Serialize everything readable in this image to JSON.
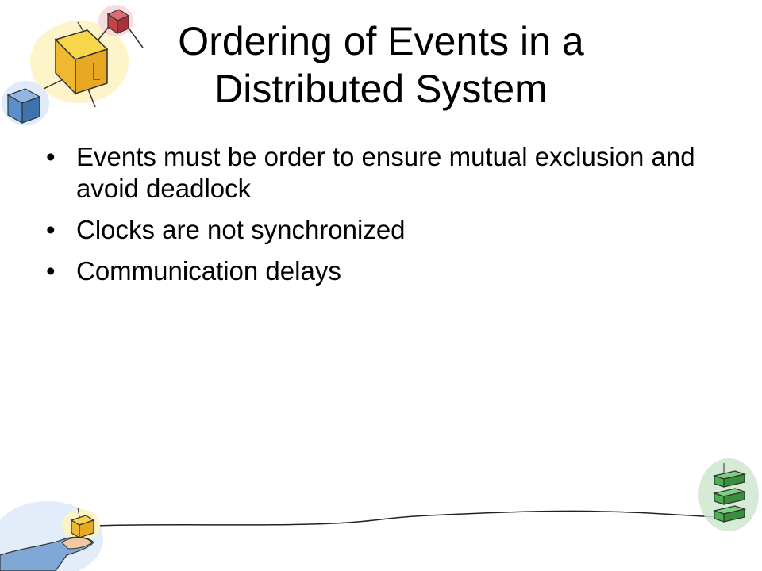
{
  "slide": {
    "title_line1": "Ordering of Events in a",
    "title_line2": "Distributed System",
    "bullet_glyph": "•",
    "bullets": [
      "Events must be order to ensure mutual exclusion and avoid deadlock",
      "Clocks are not synchronized",
      "Communication delays"
    ]
  },
  "icons": [
    "network-cubes-clipart-icon",
    "hand-holding-box-clipart-icon",
    "stacked-servers-clipart-icon"
  ],
  "colors": {
    "background": "#ffffff",
    "text": "#000000",
    "cube_red": "#c8424a",
    "cube_yellow": "#f5c842",
    "cube_blue": "#5b8fc9",
    "server_green": "#4caf50",
    "wire": "#222222"
  }
}
